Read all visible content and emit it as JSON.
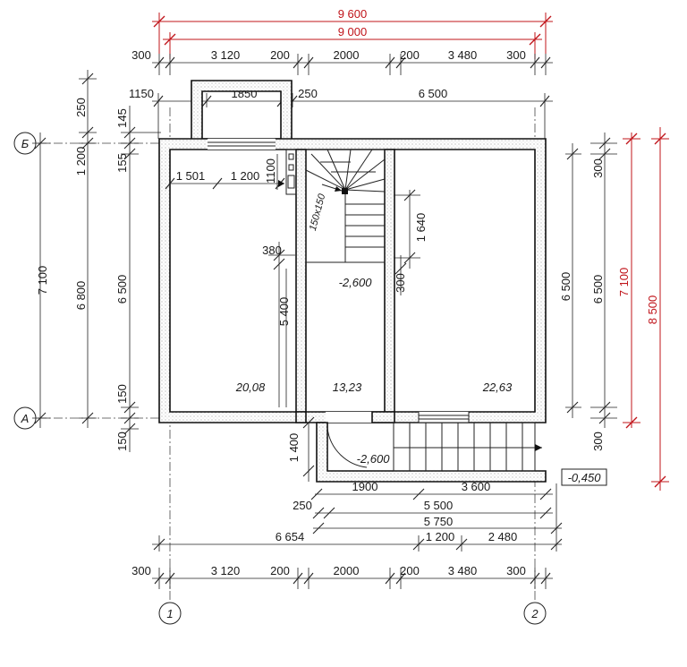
{
  "colors": {
    "line": "#111111",
    "red_dimension": "#c0141a"
  },
  "top": {
    "overall_red_outer": "9 600",
    "overall_red_inner": "9 000",
    "chain": [
      "300",
      "3 120",
      "200",
      "2000",
      "200",
      "3 480",
      "300"
    ],
    "porch_row": [
      "1150",
      "1850",
      "250",
      "6 500"
    ],
    "porch_top": "250"
  },
  "left": {
    "chain_outer": "7 100",
    "chain_mid": [
      "250",
      "1 200",
      "6 800"
    ],
    "chain_inner": [
      "145",
      "155",
      "6 500",
      "150",
      "150"
    ]
  },
  "right": {
    "chain_a": "6 500",
    "chain_b": [
      "300",
      "6 500",
      "300"
    ],
    "red_inner": "7 100",
    "red_outer": "8 500"
  },
  "bottom": {
    "row1": [
      "1900",
      "3 600"
    ],
    "row2": [
      "250",
      "5 500"
    ],
    "row3": "5 750",
    "row4": [
      "6 654",
      "1 200",
      "2 480"
    ],
    "chain": [
      "300",
      "3 120",
      "200",
      "2000",
      "200",
      "3 480",
      "300"
    ]
  },
  "interior": {
    "d1501": "1 501",
    "d1200": "1 200",
    "d1100": "1100",
    "d380": "380",
    "d5400": "5 400",
    "d300": "300",
    "d1640": "1 640",
    "d1400": "1 400",
    "column": "150x150"
  },
  "rooms": {
    "left_area": "20,08",
    "middle_area": "13,23",
    "right_area": "22,63",
    "middle_level": "-2,600",
    "stair_level": "-2,600",
    "outside_level": "-0,450"
  },
  "grid": {
    "axis_b": "Б",
    "axis_a": "А",
    "axis_1": "1",
    "axis_2": "2"
  }
}
